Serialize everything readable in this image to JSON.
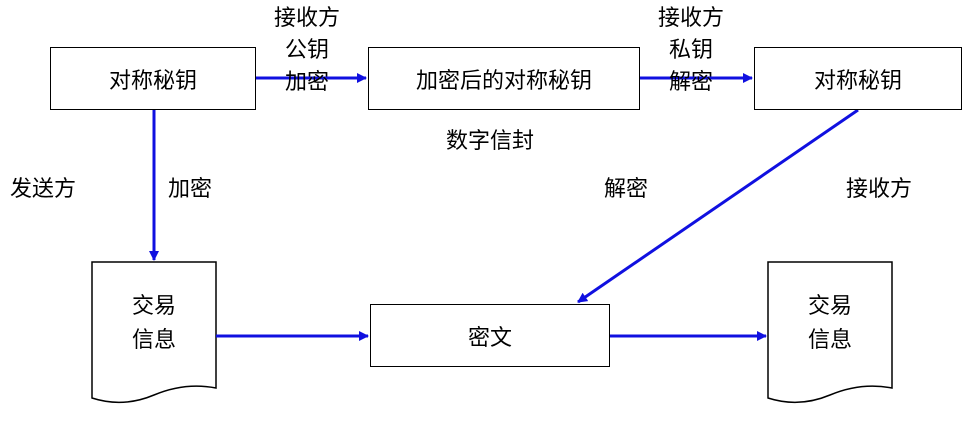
{
  "nodes": {
    "sym_key_left": "对称秘钥",
    "encrypted_key": "加密后的对称秘钥",
    "sym_key_right": "对称秘钥",
    "ciphertext": "密文",
    "trade_info_left": [
      "交易",
      "信息"
    ],
    "trade_info_right": [
      "交易",
      "信息"
    ]
  },
  "edges": {
    "top_left": [
      "接收方",
      "公钥",
      "加密"
    ],
    "top_right": [
      "接收方",
      "私钥",
      "解密"
    ],
    "left_down": "加密",
    "right_diag": "解密"
  },
  "labels": {
    "digital_envelope": "数字信封",
    "sender": "发送方",
    "receiver": "接收方"
  },
  "colors": {
    "arrow": "#1010e0",
    "border": "#000000"
  }
}
